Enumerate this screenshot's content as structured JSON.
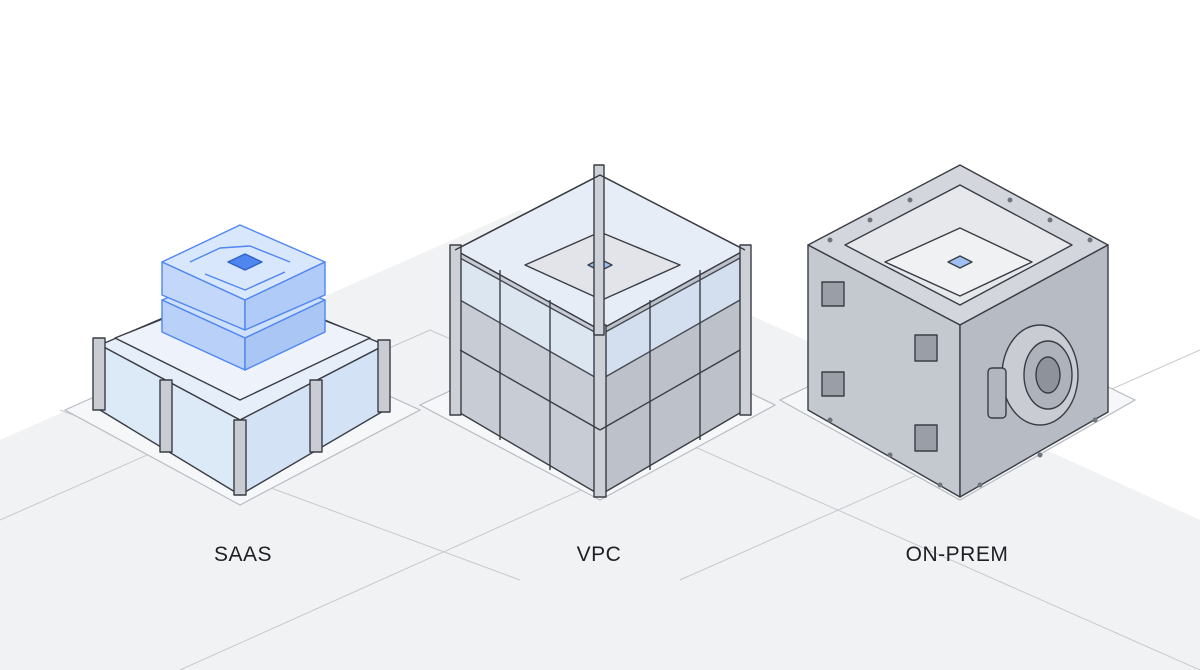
{
  "labels": {
    "saas": "SAAS",
    "vpc": "VPC",
    "onprem": "ON-PREM"
  },
  "colors": {
    "background": "#ffffff",
    "floor": "#f1f2f4",
    "line": "#3a3d45",
    "metal": "#c9ccd3",
    "accent_blue": "#4f86f0",
    "glass": "#dce9f7"
  },
  "icons": [
    "server-module-icon",
    "glass-frame-enclosure-icon",
    "vault-box-icon",
    "vault-door-icon",
    "vent-grille-icon"
  ]
}
